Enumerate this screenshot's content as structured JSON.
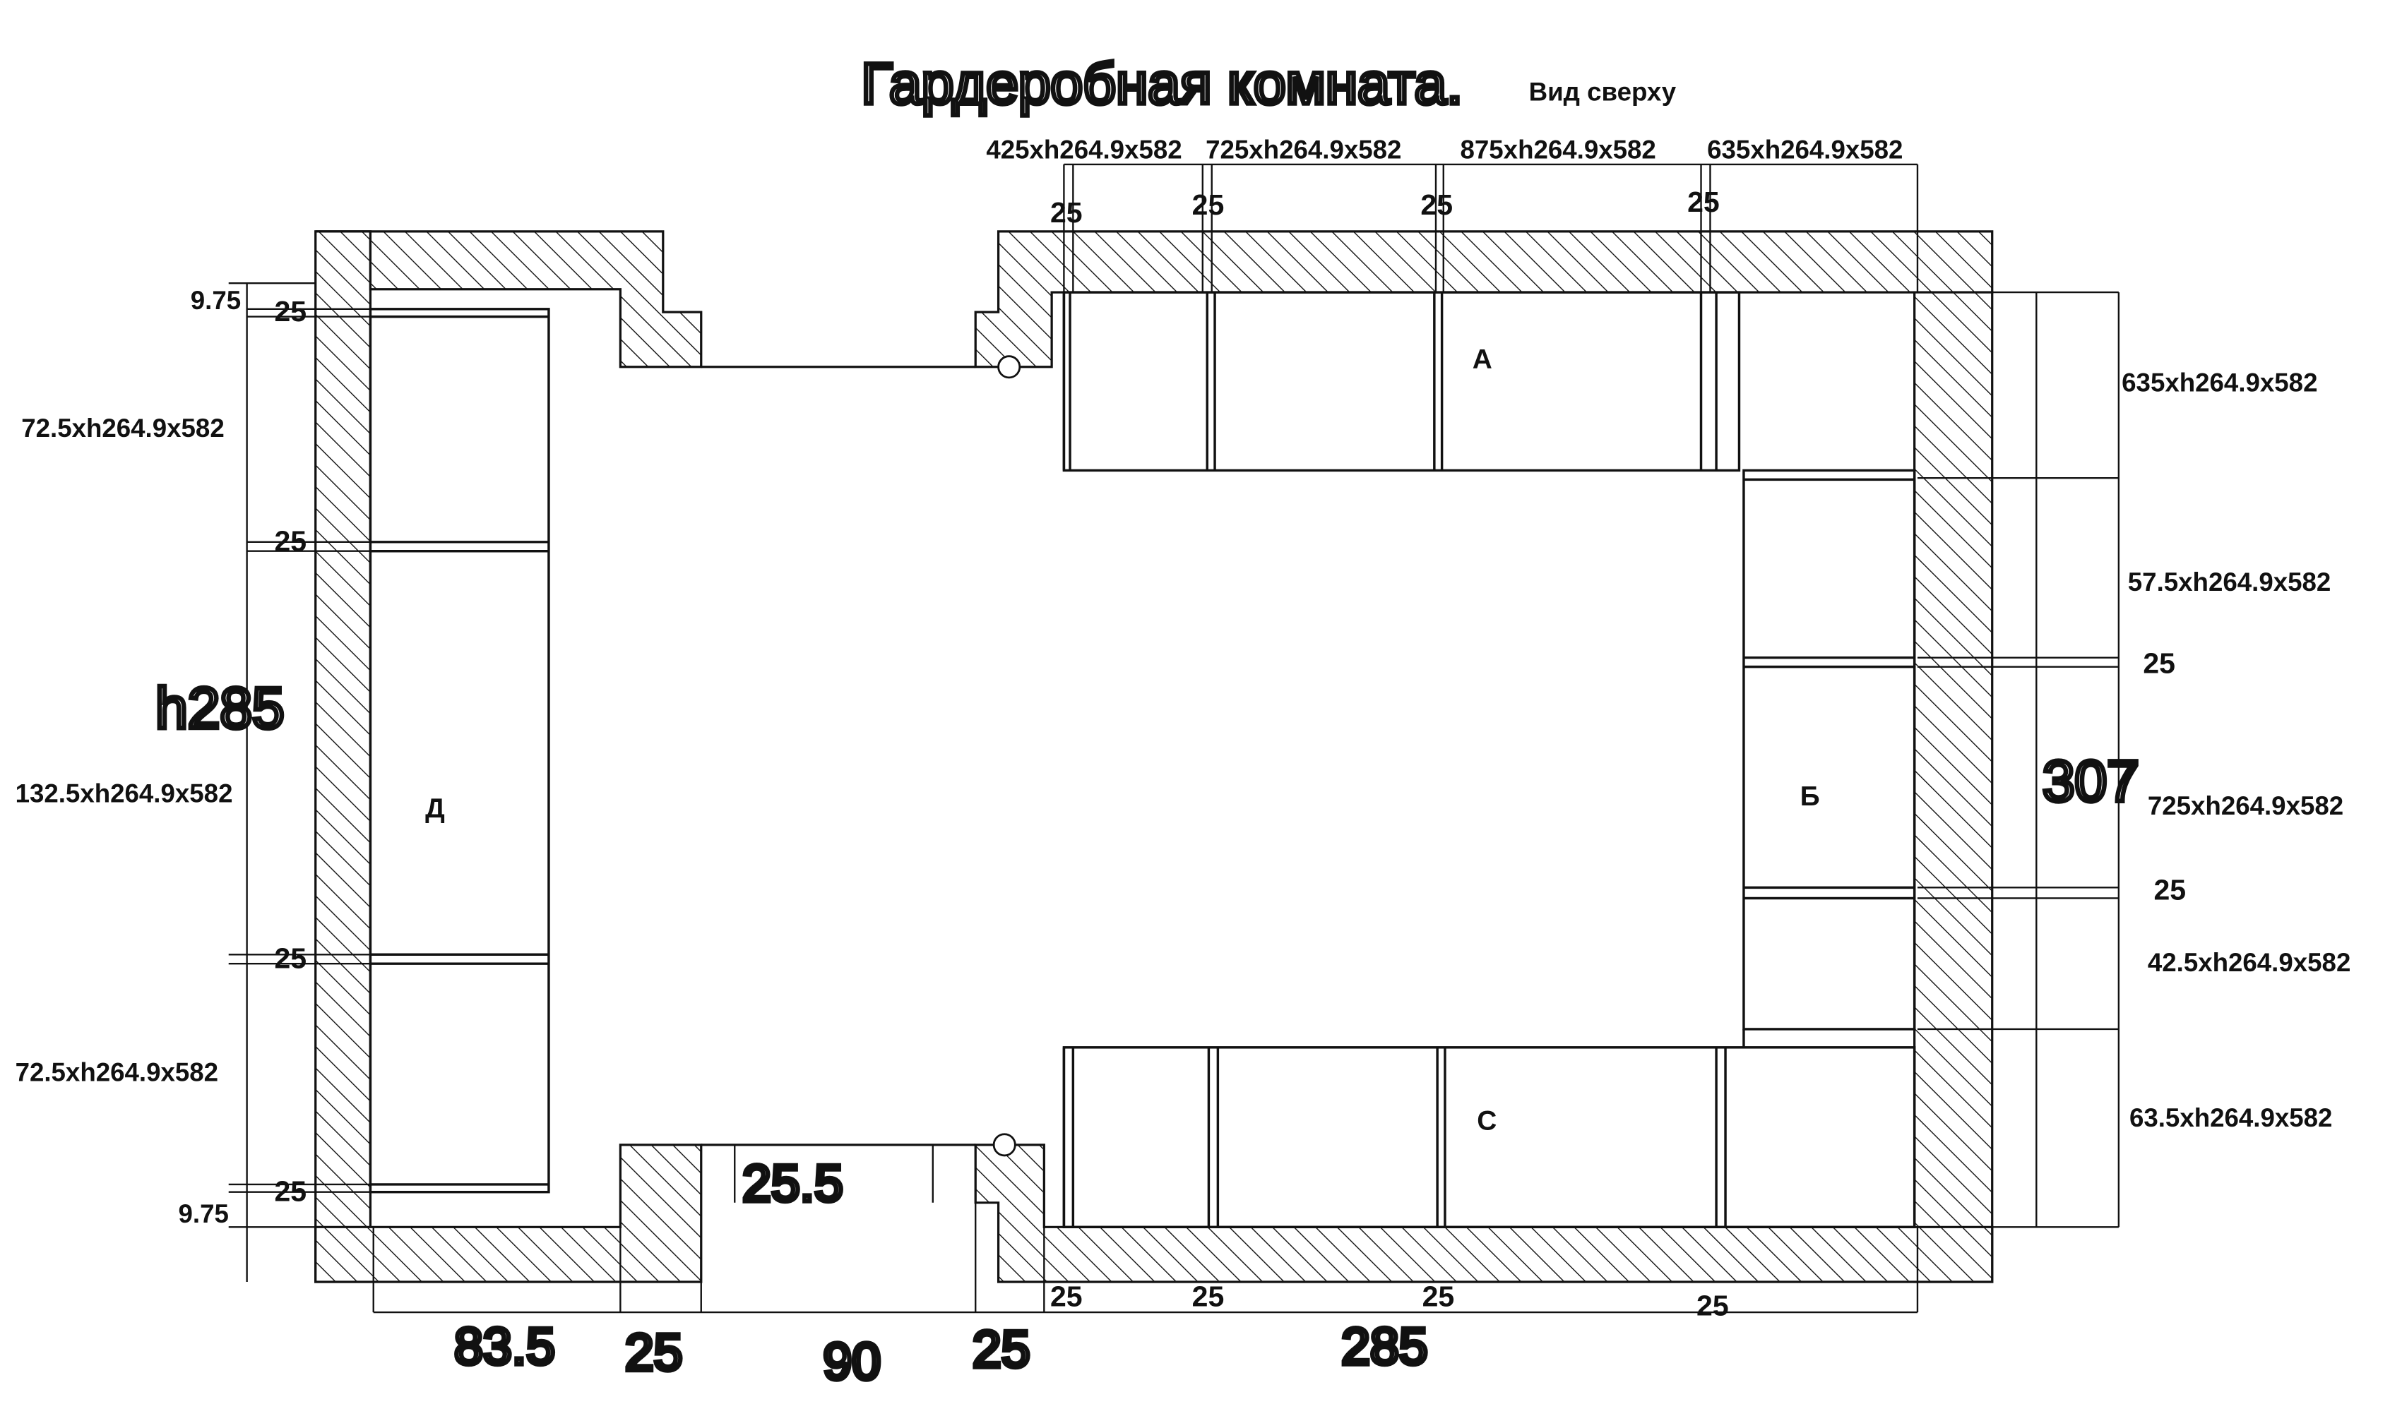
{
  "title": "Гардеробная комната.",
  "subtitle": "Вид сверху",
  "zones": {
    "a": "А",
    "b": "Б",
    "c": "С",
    "d": "Д"
  },
  "top_modules": [
    "425xh264.9x582",
    "725xh264.9x582",
    "875xh264.9x582",
    "635xh264.9x582"
  ],
  "top_gaps": [
    "25",
    "25",
    "25",
    "25"
  ],
  "right_modules": [
    "635xh264.9x582",
    "57.5xh264.9x582",
    "725xh264.9x582",
    "42.5xh264.9x582",
    "63.5xh264.9x582"
  ],
  "right_gaps": [
    "25",
    "25"
  ],
  "right_total": "307",
  "left_modules": [
    "72.5xh264.9x582",
    "132.5xh264.9x582",
    "72.5xh264.9x582"
  ],
  "left_gaps": [
    "25",
    "25",
    "25",
    "25"
  ],
  "left_offsets": [
    "9.75",
    "9.75"
  ],
  "height": "h285",
  "bottom_dims": [
    "83.5",
    "25",
    "90",
    "25",
    "285"
  ],
  "bottom_gaps": [
    "25",
    "25",
    "25",
    "25"
  ],
  "doorway_depth": "25.5"
}
